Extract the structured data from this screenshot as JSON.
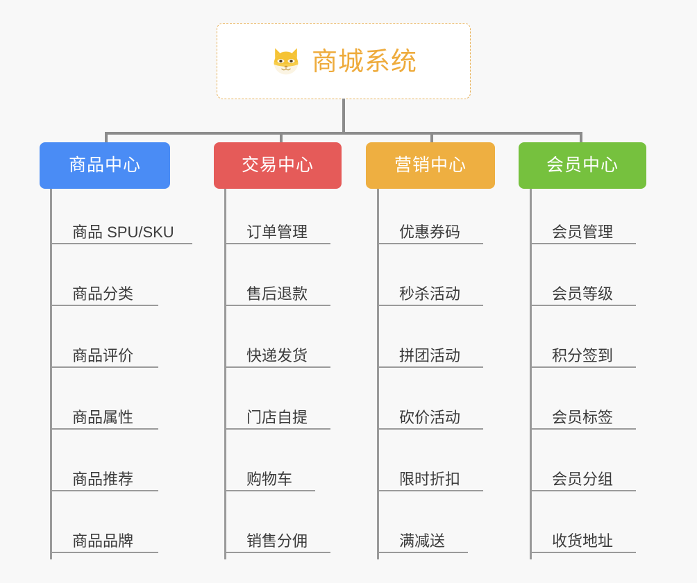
{
  "page": {
    "background_color": "#f8f8f8",
    "type": "organization-mindmap",
    "title_text": "商城系统"
  },
  "root": {
    "label": "商城系统",
    "icon": "shiba-dog-face-icon",
    "text_color": "#eeab3c",
    "border_color": "#e8b35c",
    "background_color": "#ffffff",
    "border_style": "dashed"
  },
  "connector": {
    "color": "#8c8c8c",
    "branch_color": "#9a9a9a"
  },
  "categories": [
    {
      "label": "商品中心",
      "color": "#4a8cf5",
      "text_color": "#ffffff",
      "items": [
        "商品 SPU/SKU",
        "商品分类",
        "商品评价",
        "商品属性",
        "商品推荐",
        "商品品牌"
      ]
    },
    {
      "label": "交易中心",
      "color": "#e55b59",
      "text_color": "#ffffff",
      "items": [
        "订单管理",
        "售后退款",
        "快递发货",
        "门店自提",
        "购物车",
        "销售分佣"
      ]
    },
    {
      "label": "营销中心",
      "color": "#eeaf41",
      "text_color": "#ffffff",
      "items": [
        "优惠券码",
        "秒杀活动",
        "拼团活动",
        "砍价活动",
        "限时折扣",
        "满减送"
      ]
    },
    {
      "label": "会员中心",
      "color": "#76c13e",
      "text_color": "#ffffff",
      "items": [
        "会员管理",
        "会员等级",
        "积分签到",
        "会员标签",
        "会员分组",
        "收货地址"
      ]
    }
  ]
}
